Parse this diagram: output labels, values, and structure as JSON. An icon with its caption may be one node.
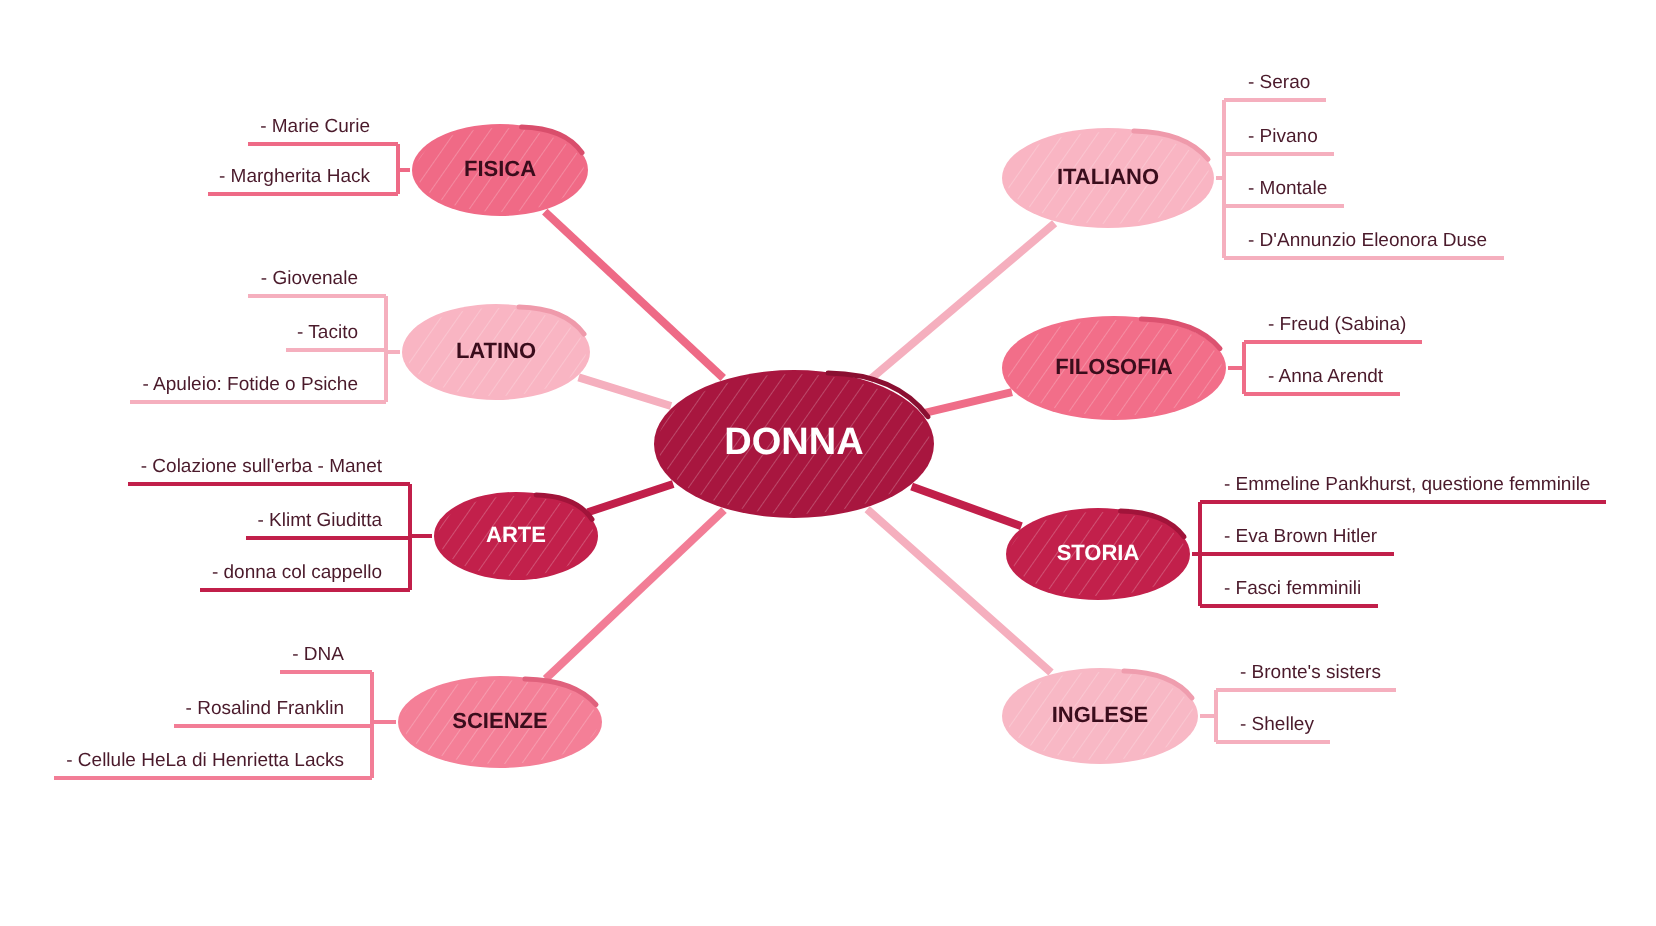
{
  "diagram": {
    "nodes": [
      {
        "text": [
          "DONNA"
        ]
      },
      {
        "text": [
          "FISICA"
        ]
      },
      {
        "text": [
          "- Marie Curie"
        ]
      },
      {
        "text": [
          "- Margherita Hack"
        ]
      },
      {
        "text": [
          "LATINO"
        ]
      },
      {
        "text": [
          "- Giovenale"
        ]
      },
      {
        "text": [
          "- Tacito"
        ]
      },
      {
        "text": [
          "- Apuleio: Fotide o Psiche"
        ]
      },
      {
        "text": [
          "ARTE"
        ]
      },
      {
        "text": [
          "- Colazione sull'erba - Manet"
        ]
      },
      {
        "text": [
          "- Klimt Giuditta"
        ]
      },
      {
        "text": [
          "- donna col cappello"
        ]
      },
      {
        "text": [
          "SCIENZE"
        ]
      },
      {
        "text": [
          "- DNA"
        ]
      },
      {
        "text": [
          "- Rosalind Franklin"
        ]
      },
      {
        "text": [
          "- Cellule HeLa di Henrietta Lacks"
        ]
      },
      {
        "text": [
          "ITALIANO"
        ]
      },
      {
        "text": [
          "- Serao"
        ]
      },
      {
        "text": [
          "- Pivano"
        ]
      },
      {
        "text": [
          "- Montale"
        ]
      },
      {
        "text": [
          "- D'Annunzio Eleonora Duse"
        ]
      },
      {
        "text": [
          "FILOSOFIA"
        ]
      },
      {
        "text": [
          "- Freud (Sabina)"
        ]
      },
      {
        "text": [
          "- Anna Arendt"
        ]
      },
      {
        "text": [
          "STORIA"
        ]
      },
      {
        "text": [
          "- Emmeline Pankhurst, questione femminile"
        ]
      },
      {
        "text": [
          "- Eva Brown Hitler"
        ]
      },
      {
        "text": [
          "- Fasci femminili"
        ]
      },
      {
        "text": [
          "INGLESE"
        ]
      },
      {
        "text": [
          "- Bronte's sisters"
        ]
      },
      {
        "text": [
          "- Shelley"
        ]
      }
    ],
    "edges": [
      {
        "from": 0,
        "to": 1,
        "arrow": "none",
        "style": "thick",
        "color": "#ee6a86"
      },
      {
        "from": 0,
        "to": 4,
        "arrow": "none",
        "style": "thick"
      },
      {
        "from": 0,
        "to": 8,
        "arrow": "none",
        "style": "thick",
        "color": "#c11f4a"
      },
      {
        "from": 0,
        "to": 12,
        "arrow": "none",
        "style": "thick",
        "color": "#f27d96"
      },
      {
        "from": 0,
        "to": 16,
        "arrow": "none",
        "style": "thick"
      },
      {
        "from": 0,
        "to": 21,
        "arrow": "none",
        "style": "thick",
        "color": "#ef6d88"
      },
      {
        "from": 0,
        "to": 24,
        "arrow": "none",
        "style": "thick",
        "color": "#c11f4a"
      },
      {
        "from": 0,
        "to": 28,
        "arrow": "none",
        "style": "thick"
      },
      {
        "from": 1,
        "to": 2,
        "arrow": "none",
        "color": "#ee6a86"
      },
      {
        "from": 1,
        "to": 3,
        "arrow": "none",
        "color": "#ee6a86"
      },
      {
        "from": 4,
        "to": 5,
        "arrow": "none"
      },
      {
        "from": 4,
        "to": 6,
        "arrow": "none"
      },
      {
        "from": 4,
        "to": 7,
        "arrow": "none"
      },
      {
        "from": 8,
        "to": 9,
        "arrow": "none",
        "color": "#c11f4a"
      },
      {
        "from": 8,
        "to": 10,
        "arrow": "none",
        "color": "#c11f4a"
      },
      {
        "from": 8,
        "to": 11,
        "arrow": "none",
        "color": "#c11f4a"
      },
      {
        "from": 12,
        "to": 13,
        "arrow": "none",
        "color": "#f27d96"
      },
      {
        "from": 12,
        "to": 14,
        "arrow": "none",
        "color": "#f27d96"
      },
      {
        "from": 12,
        "to": 15,
        "arrow": "none",
        "color": "#f27d96"
      },
      {
        "from": 16,
        "to": 17,
        "arrow": "none"
      },
      {
        "from": 16,
        "to": 18,
        "arrow": "none"
      },
      {
        "from": 16,
        "to": 19,
        "arrow": "none"
      },
      {
        "from": 16,
        "to": 20,
        "arrow": "none"
      },
      {
        "from": 21,
        "to": 22,
        "arrow": "none",
        "color": "#ef6d88"
      },
      {
        "from": 21,
        "to": 23,
        "arrow": "none",
        "color": "#ef6d88"
      },
      {
        "from": 24,
        "to": 25,
        "arrow": "none",
        "color": "#c11f4a"
      },
      {
        "from": 24,
        "to": 26,
        "arrow": "none",
        "color": "#c11f4a"
      },
      {
        "from": 24,
        "to": 27,
        "arrow": "none",
        "color": "#c11f4a"
      },
      {
        "from": 28,
        "to": 29,
        "arrow": "none"
      },
      {
        "from": 28,
        "to": 30,
        "arrow": "none"
      }
    ]
  }
}
